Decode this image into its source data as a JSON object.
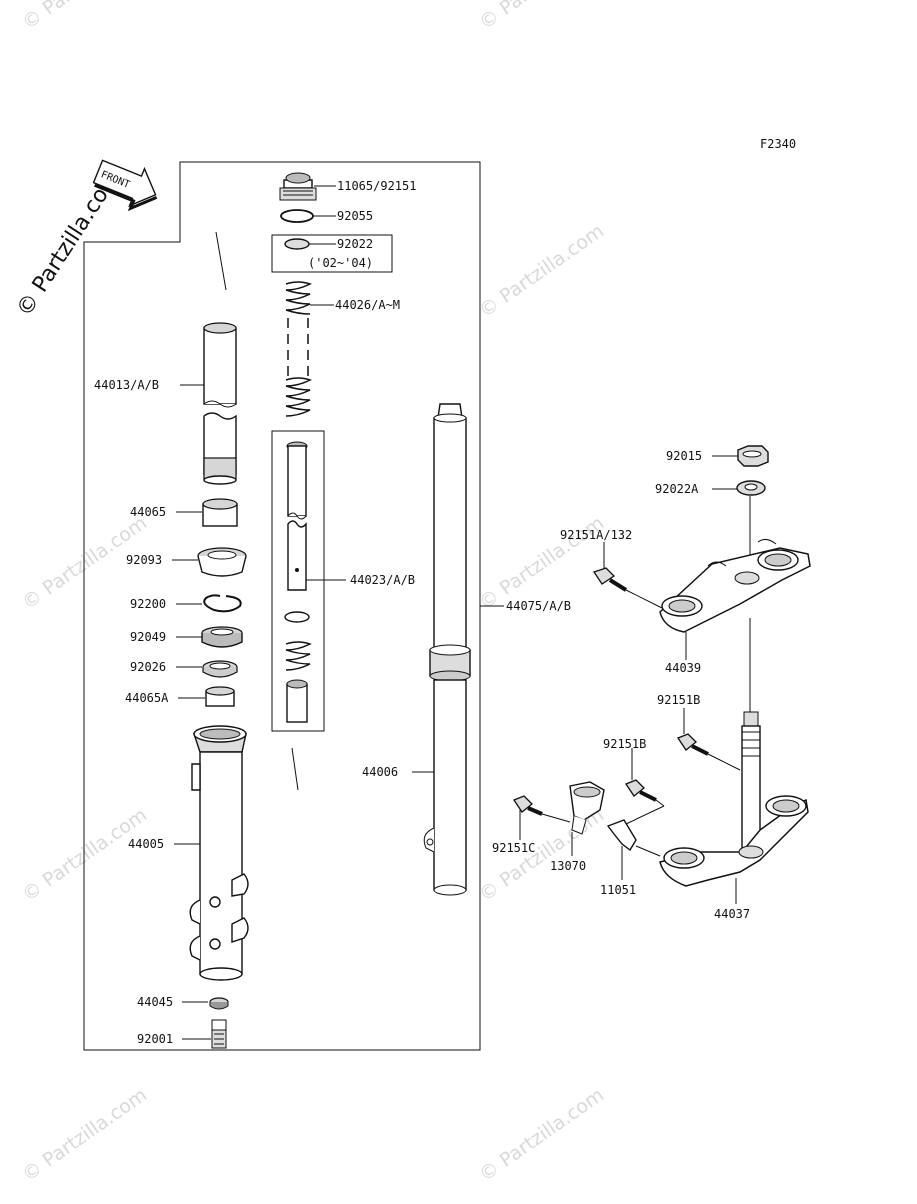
{
  "figure_code": "F2340",
  "watermark": "© Partzilla.com",
  "front_label": "FRONT",
  "parts": [
    {
      "id": "p-11065",
      "label": "11065/92151"
    },
    {
      "id": "p-92055",
      "label": "92055"
    },
    {
      "id": "p-92022",
      "label": "92022"
    },
    {
      "id": "p-92022-years",
      "label": "('02~'04)"
    },
    {
      "id": "p-44026",
      "label": "44026/A~M"
    },
    {
      "id": "p-44013",
      "label": "44013/A/B"
    },
    {
      "id": "p-44065",
      "label": "44065"
    },
    {
      "id": "p-92093",
      "label": "92093"
    },
    {
      "id": "p-92200",
      "label": "92200"
    },
    {
      "id": "p-92049",
      "label": "92049"
    },
    {
      "id": "p-92026",
      "label": "92026"
    },
    {
      "id": "p-44065a",
      "label": "44065A"
    },
    {
      "id": "p-44005",
      "label": "44005"
    },
    {
      "id": "p-44045",
      "label": "44045"
    },
    {
      "id": "p-92001",
      "label": "92001"
    },
    {
      "id": "p-44023",
      "label": "44023/A/B"
    },
    {
      "id": "p-44075",
      "label": "44075/A/B"
    },
    {
      "id": "p-44006",
      "label": "44006"
    },
    {
      "id": "p-92015",
      "label": "92015"
    },
    {
      "id": "p-92022a",
      "label": "92022A"
    },
    {
      "id": "p-92151a",
      "label": "92151A/132"
    },
    {
      "id": "p-44039",
      "label": "44039"
    },
    {
      "id": "p-92151b-1",
      "label": "92151B"
    },
    {
      "id": "p-92151b-2",
      "label": "92151B"
    },
    {
      "id": "p-92151c",
      "label": "92151C"
    },
    {
      "id": "p-13070",
      "label": "13070"
    },
    {
      "id": "p-11051",
      "label": "11051"
    },
    {
      "id": "p-44037",
      "label": "44037"
    }
  ]
}
